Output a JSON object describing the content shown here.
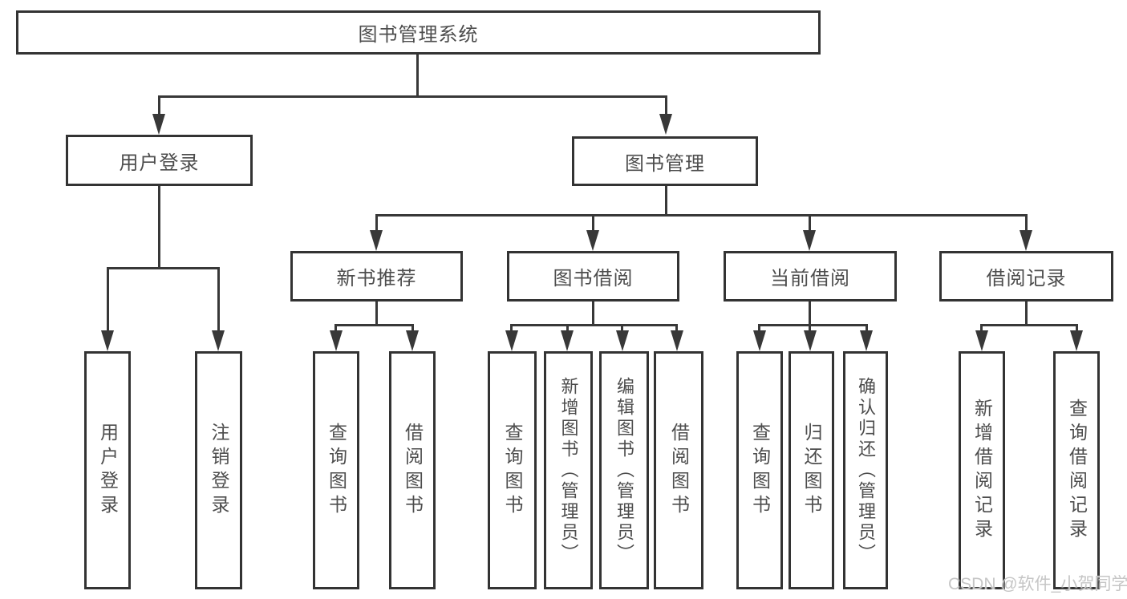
{
  "title": "图书管理系统",
  "tree": {
    "label": "图书管理系统",
    "children": [
      {
        "label": "用户登录",
        "children": [
          {
            "label": "用户登录"
          },
          {
            "label": "注销登录"
          }
        ]
      },
      {
        "label": "图书管理",
        "children": [
          {
            "label": "新书推荐",
            "children": [
              {
                "label": "查询图书"
              },
              {
                "label": "借阅图书"
              }
            ]
          },
          {
            "label": "图书借阅",
            "children": [
              {
                "label": "查询图书"
              },
              {
                "label": "新增图书（管理员）"
              },
              {
                "label": "编辑图书（管理员）"
              },
              {
                "label": "借阅图书"
              }
            ]
          },
          {
            "label": "当前借阅",
            "children": [
              {
                "label": "查询图书"
              },
              {
                "label": "归还图书"
              },
              {
                "label": "确认归还（管理员）"
              }
            ]
          },
          {
            "label": "借阅记录",
            "children": [
              {
                "label": "新增借阅记录"
              },
              {
                "label": "查询借阅记录"
              }
            ]
          }
        ]
      }
    ]
  },
  "watermark": {
    "text": "CSDN @软件_小贺同学"
  },
  "colors": {
    "line": "#383838",
    "border": "#333333",
    "text": "#4d4d4d",
    "watermark": "#c6c6c6",
    "background": "#ffffff"
  }
}
